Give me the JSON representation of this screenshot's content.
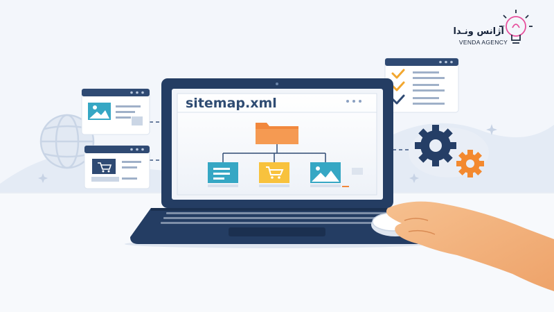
{
  "logo": {
    "name_fa": "آژانس ونـدا",
    "name_en": "VENDA AGENCY",
    "icon": "lightbulb-icon"
  },
  "browser": {
    "url_text": "sitemap.xml"
  },
  "colors": {
    "navy": "#2f4a73",
    "folder_orange": "#f1883d",
    "teal": "#36a7c4",
    "yellow": "#f8c23d",
    "check_orange": "#f2a72f",
    "gear_navy": "#253e66",
    "gear_orange": "#f3892f",
    "hand_skin": "#f3b07d",
    "logo_pink": "#e74f9c"
  },
  "icons": [
    "folder-icon",
    "document-icon",
    "cart-icon",
    "image-icon",
    "checklist-icon",
    "gear-icon",
    "globe-icon",
    "mouse-icon",
    "hand-icon"
  ]
}
